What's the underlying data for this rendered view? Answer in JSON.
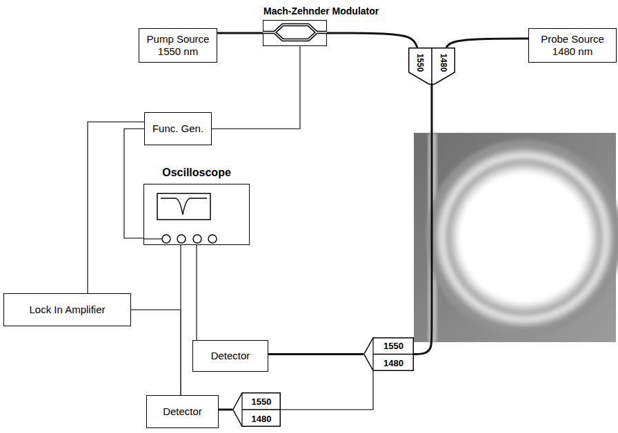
{
  "diagram": {
    "nodes": [
      {
        "text": [
          "Mach-Zehnder Modulator"
        ]
      },
      {
        "text": [
          "Pump Source 1550 nm"
        ]
      },
      {
        "text": [
          "Probe Source 1480 nm"
        ]
      },
      {
        "text": [
          "1550",
          "1480"
        ]
      },
      {
        "text": [
          "Func. Gen."
        ]
      },
      {
        "text": [
          "Oscilloscope"
        ]
      },
      {
        "text": [
          "Lock In Amplifier"
        ]
      },
      {
        "text": [
          "Detector"
        ]
      },
      {
        "text": [
          "1550",
          "1480"
        ]
      },
      {
        "text": [
          "Detector"
        ]
      },
      {
        "text": [
          "1550",
          "1480"
        ]
      }
    ],
    "edges": [
      {
        "from": 1,
        "to": 0,
        "arrow": "none"
      },
      {
        "from": 0,
        "to": 3,
        "arrow": "none"
      },
      {
        "from": 2,
        "to": 3,
        "arrow": "none"
      },
      {
        "from": 3,
        "to": 8,
        "arrow": "none"
      },
      {
        "from": 4,
        "to": 0,
        "arrow": "none"
      },
      {
        "from": 4,
        "to": 5,
        "arrow": "none"
      },
      {
        "from": 6,
        "to": 4,
        "arrow": "none"
      },
      {
        "from": 5,
        "to": 9,
        "arrow": "none"
      },
      {
        "from": 6,
        "to": 9,
        "arrow": "none"
      },
      {
        "from": 5,
        "to": 7,
        "arrow": "none"
      },
      {
        "from": 8,
        "to": 7,
        "arrow": "none"
      },
      {
        "from": 8,
        "to": 10,
        "arrow": "none"
      },
      {
        "from": 10,
        "to": 9,
        "arrow": "none"
      }
    ]
  }
}
